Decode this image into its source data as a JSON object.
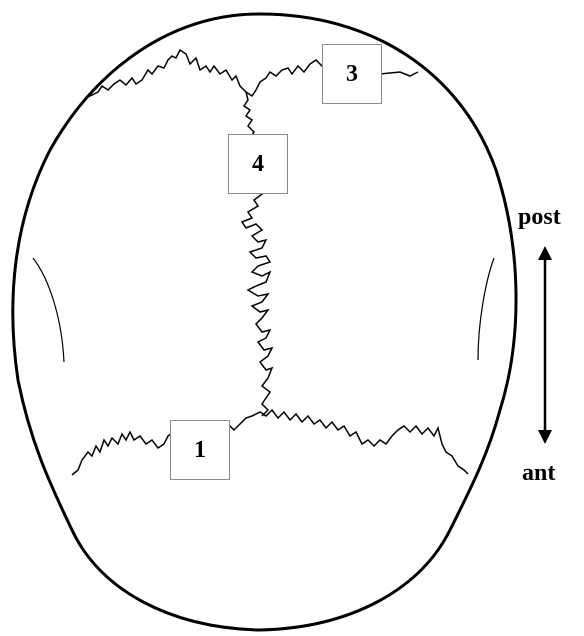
{
  "diagram": {
    "labels": {
      "coronal": "1",
      "lambdoid": "3",
      "sagittal": "4"
    },
    "direction": {
      "top": "post",
      "bottom": "ant"
    },
    "colors": {
      "line": "#000000",
      "box_border": "#8a8a8a",
      "background": "#ffffff"
    }
  }
}
